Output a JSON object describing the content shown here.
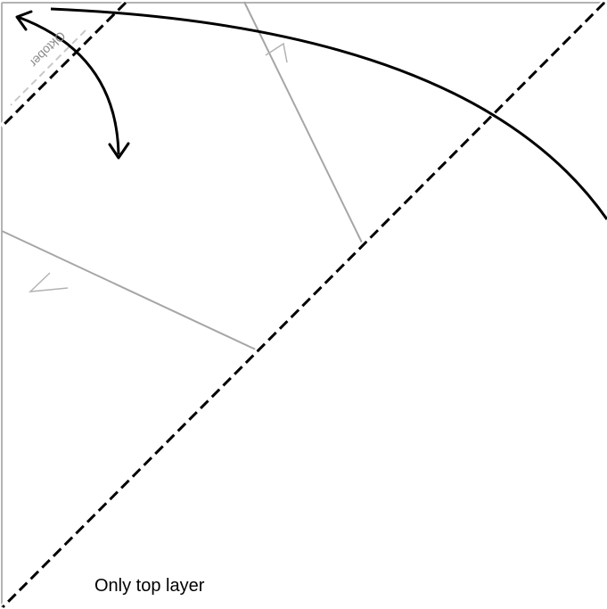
{
  "diagram": {
    "caption": "Only top layer",
    "folded_corner_label": "Oktober",
    "colors": {
      "paper_edge": "#b3b3b3",
      "crease": "#a6a6a6",
      "fold_line": "#000000",
      "fold_dash_gap": "#ffffff",
      "arrow": "#000000",
      "text": "#000000",
      "label_text": "#8c8c8c",
      "background": "#ffffff"
    },
    "icons": {
      "fold_arrow": "curved-double-arrow",
      "angle_marks": "angle-bisector-marks"
    }
  }
}
